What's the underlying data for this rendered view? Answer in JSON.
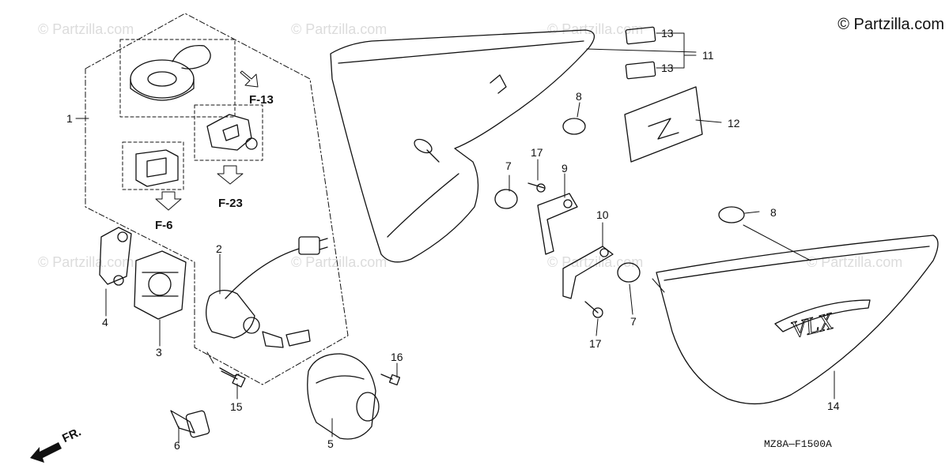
{
  "copyright": "© Partzilla.com",
  "watermark": "© Partzilla.com",
  "diagram_code": "MZ8A—F1500A",
  "front_label": "FR.",
  "refs": {
    "f13": "F-13",
    "f23": "F-23",
    "f6": "F-6"
  },
  "callouts": {
    "c1": "1",
    "c2": "2",
    "c3": "3",
    "c4": "4",
    "c5": "5",
    "c6": "6",
    "c7a": "7",
    "c7b": "7",
    "c8a": "8",
    "c8b": "8",
    "c9": "9",
    "c10": "10",
    "c11": "11",
    "c12": "12",
    "c13a": "13",
    "c13b": "13",
    "c14": "14",
    "c15": "15",
    "c16": "16",
    "c17a": "17",
    "c17b": "17"
  },
  "emblem_text": "VLX",
  "colors": {
    "line": "#111111",
    "watermark": "#dcdcdc",
    "background": "#ffffff"
  }
}
